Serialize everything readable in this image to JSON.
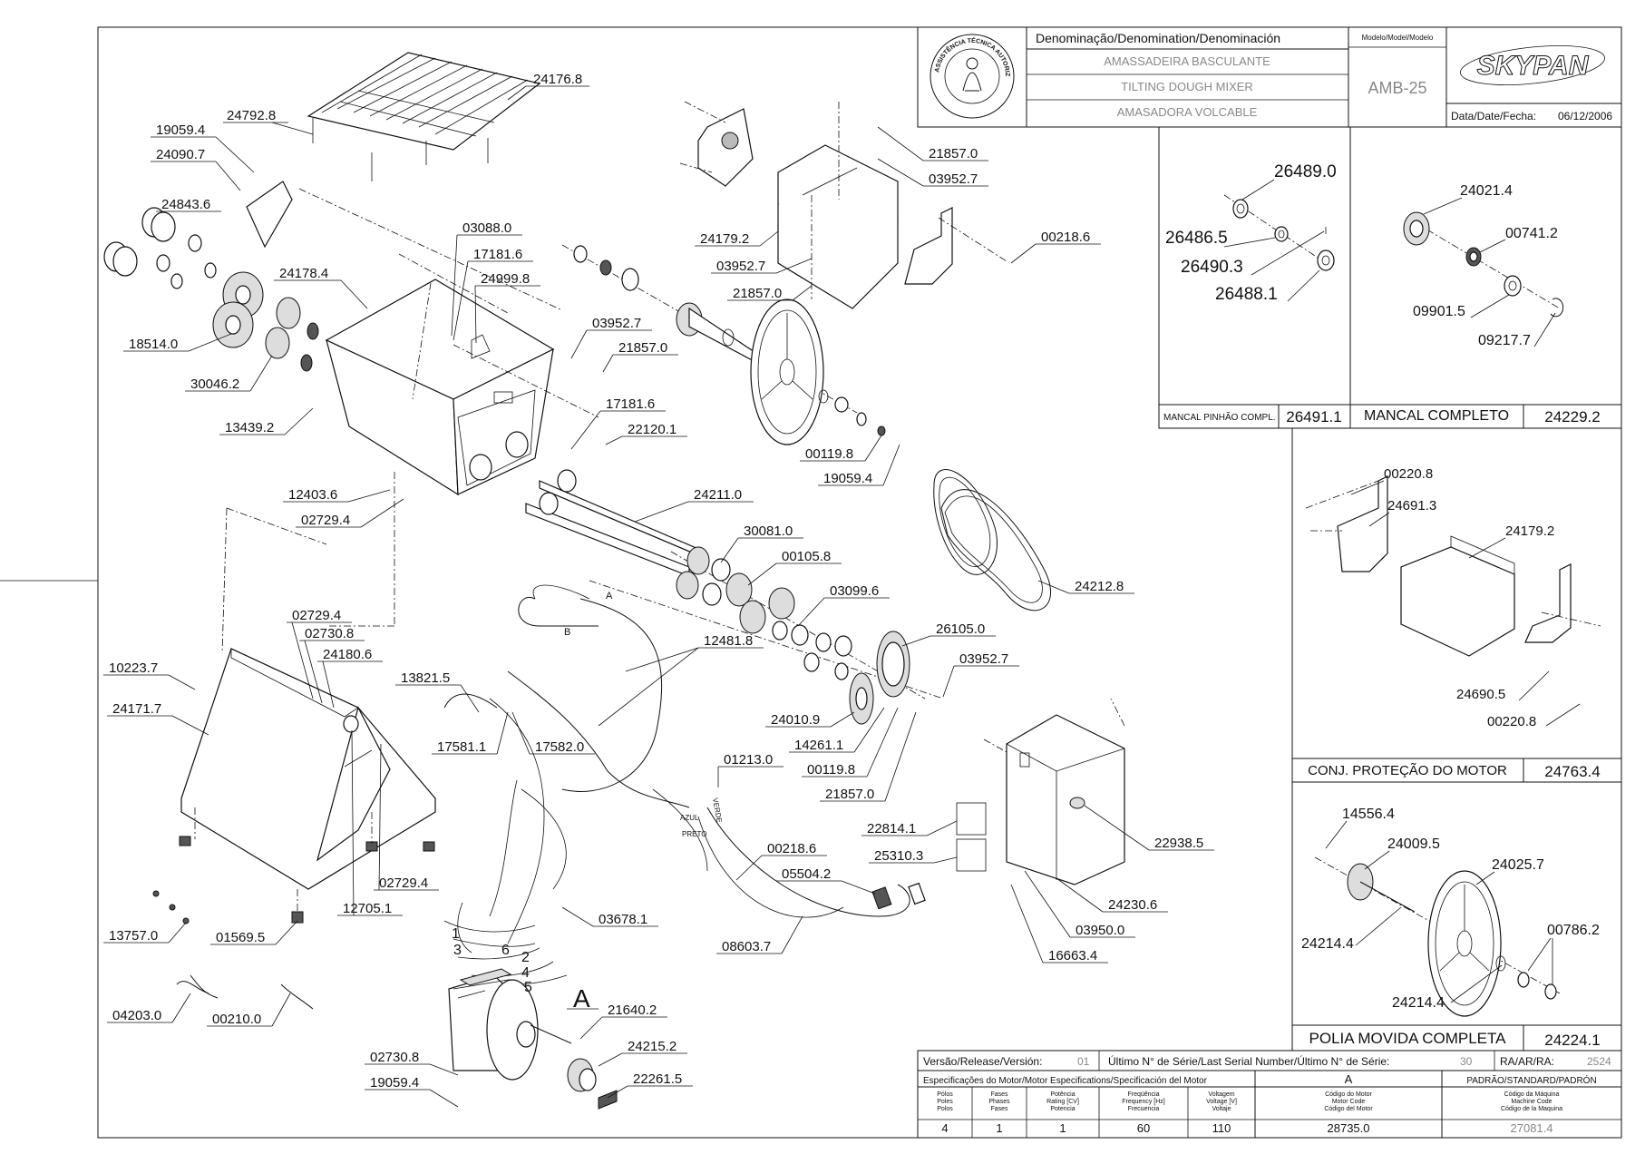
{
  "title_block": {
    "denomination_header": "Denominação/Denomination/Denominación",
    "name_pt": "AMASSADEIRA BASCULANTE",
    "name_en": "TILTING DOUGH MIXER",
    "name_es": "AMASADORA VOLCABLE",
    "model_header": "Modelo/Model/Modelo",
    "model": "AMB-25",
    "brand": "SKYPAN",
    "date_label": "Data/Date/Fecha:",
    "date": "06/12/2006",
    "badge_text": "ASSISTÊNCIA TÉCNICA AUTORIZADA"
  },
  "subassemblies": {
    "mancal_pinhao": {
      "label": "MANCAL PINHÃO COMPL.",
      "code": "26491.1",
      "parts": [
        "26489.0",
        "26486.5",
        "26490.3",
        "26488.1"
      ]
    },
    "mancal_completo": {
      "label": "MANCAL COMPLETO",
      "code": "24229.2",
      "parts": [
        "24021.4",
        "00741.2",
        "09901.5",
        "09217.7"
      ]
    },
    "protecao_motor": {
      "label": "CONJ. PROTEÇÃO DO MOTOR",
      "code": "24763.4",
      "parts": [
        "00220.8",
        "24691.3",
        "24179.2",
        "24690.5",
        "00220.8"
      ]
    },
    "polia_movida": {
      "label": "POLIA MOVIDA COMPLETA",
      "code": "24224.1",
      "parts": [
        "14556.4",
        "24009.5",
        "24025.7",
        "00786.2",
        "24214.4",
        "24214.4"
      ]
    }
  },
  "main_parts": [
    "24176.8",
    "24792.8",
    "19059.4",
    "24090.7",
    "24843.6",
    "24178.4",
    "18514.0",
    "30046.2",
    "13439.2",
    "03088.0",
    "17181.6",
    "24999.8",
    "03952.7",
    "21857.0",
    "17181.6",
    "22120.1",
    "12403.6",
    "02729.4",
    "24179.2",
    "03952.7",
    "21857.0",
    "21857.0",
    "03952.7",
    "00218.6",
    "00119.8",
    "19059.4",
    "24211.0",
    "30081.0",
    "00105.8",
    "03099.6",
    "24212.8",
    "26105.0",
    "03952.7",
    "24010.9",
    "14261.1",
    "00119.8",
    "21857.0",
    "10223.7",
    "24171.7",
    "02729.4",
    "02730.8",
    "24180.6",
    "13821.5",
    "12481.8",
    "17581.1",
    "17582.0",
    "01213.0",
    "00218.6",
    "05504.2",
    "22814.1",
    "25310.3",
    "22938.5",
    "24230.6",
    "03950.0",
    "16663.4",
    "08603.7",
    "03678.1",
    "02729.4",
    "12705.1",
    "01569.5",
    "13757.0",
    "04203.0",
    "00210.0",
    "21640.2",
    "24215.2",
    "22261.5",
    "02730.8",
    "19059.4"
  ],
  "callouts": {
    "wire_A": "A",
    "wire_B": "B",
    "motor_A": "A",
    "wire_azul": "AZUL",
    "wire_preto": "PRETO",
    "wire_verde": "VERDE",
    "terminals": [
      "1",
      "2",
      "3",
      "4",
      "5",
      "6"
    ]
  },
  "bottom_table": {
    "version_label": "Versão/Release/Versión:",
    "version": "01",
    "serial_label": "Último N° de Série/Last Serial Number/Último N° de Série:",
    "serial": "30",
    "ra_label": "RA/AR/RA:",
    "ra": "2524",
    "motor_spec_label": "Especificações do Motor/Motor Especifications/Specificación del Motor",
    "motor_col": "A",
    "standard_label": "PADRÃO/STANDARD/PADRÓN",
    "headers": {
      "polos": [
        "Pólos",
        "Poles",
        "Polos"
      ],
      "fases": [
        "Fases",
        "Phases",
        "Fases"
      ],
      "potencia": [
        "Potência",
        "Rating [CV]",
        "Potencia"
      ],
      "frequencia": [
        "Freqüência",
        "Frequency [Hz]",
        "Frecuencia"
      ],
      "voltagem": [
        "Voltagem",
        "Voltage [V]",
        "Voltaje"
      ],
      "motor_code": [
        "Código do Motor",
        "Motor Code",
        "Código del Motor"
      ],
      "machine_code": [
        "Código da Máquina",
        "Machine Code",
        "Código de la Maquina"
      ]
    },
    "values": {
      "polos": "4",
      "fases": "1",
      "potencia": "1",
      "frequencia": "60",
      "voltagem": "110",
      "motor_code": "28735.0",
      "machine_code": "27081.4"
    }
  }
}
